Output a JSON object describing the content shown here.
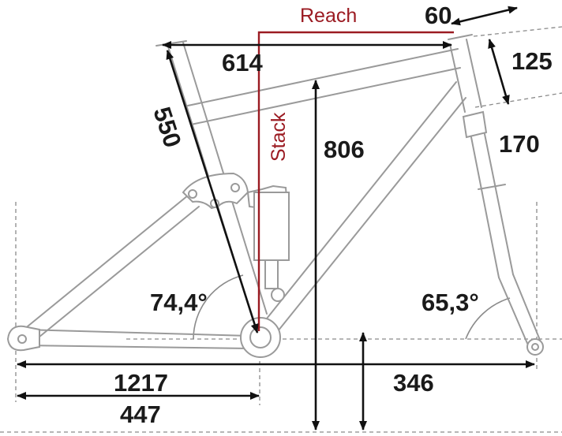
{
  "diagram": {
    "reach": "Reach",
    "stack": "Stack",
    "handlebar_width": "60",
    "top_length": "614",
    "head_tube": "125",
    "seat_tube": "550",
    "fork_length": "170",
    "stack_height": "806",
    "seat_angle": "74,4°",
    "head_angle": "65,3°",
    "wheelbase": "1217",
    "chainstay": "447",
    "bb_drop": "346"
  },
  "colors": {
    "frame": "#9a9a9a",
    "dimension": "#111111",
    "accent": "#9b1b22"
  }
}
